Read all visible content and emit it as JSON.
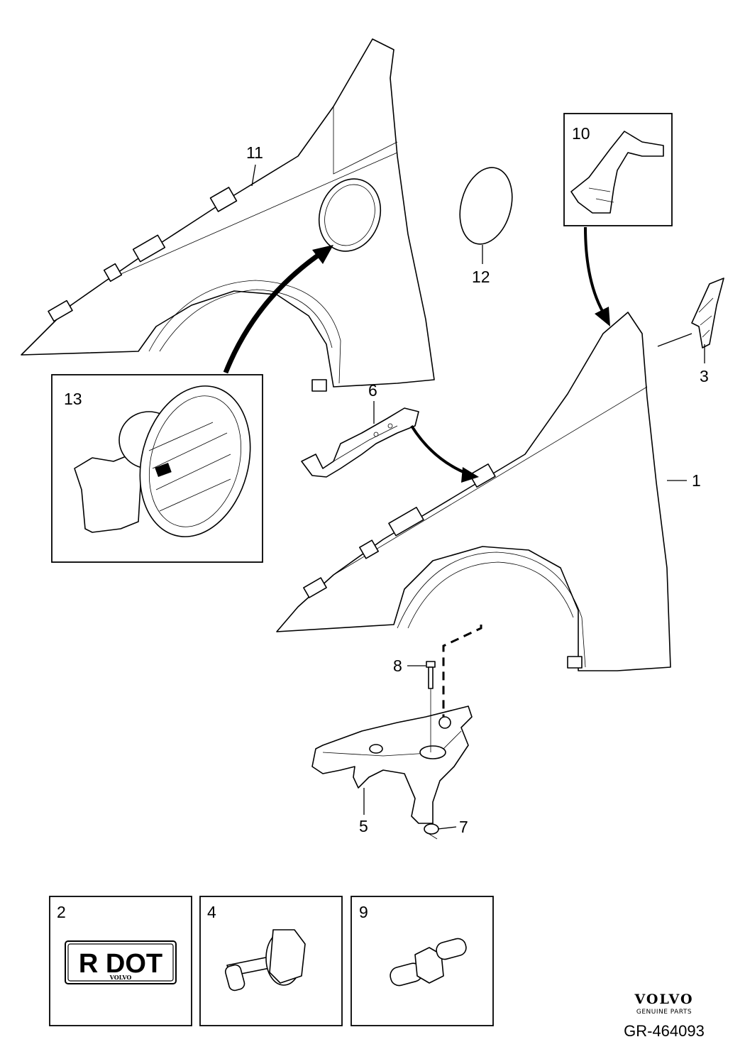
{
  "callouts": {
    "c1": "1",
    "c2": "2",
    "c3": "3",
    "c4": "4",
    "c5": "5",
    "c6": "6",
    "c7": "7",
    "c8": "8",
    "c9": "9",
    "c10": "10",
    "c11": "11",
    "c12": "12",
    "c13": "13"
  },
  "label_plate": {
    "text": "R DOT",
    "brand": "VOLVO"
  },
  "brand": {
    "word": "VOLVO",
    "sub": "GENUINE PARTS"
  },
  "reference": "GR-464093"
}
